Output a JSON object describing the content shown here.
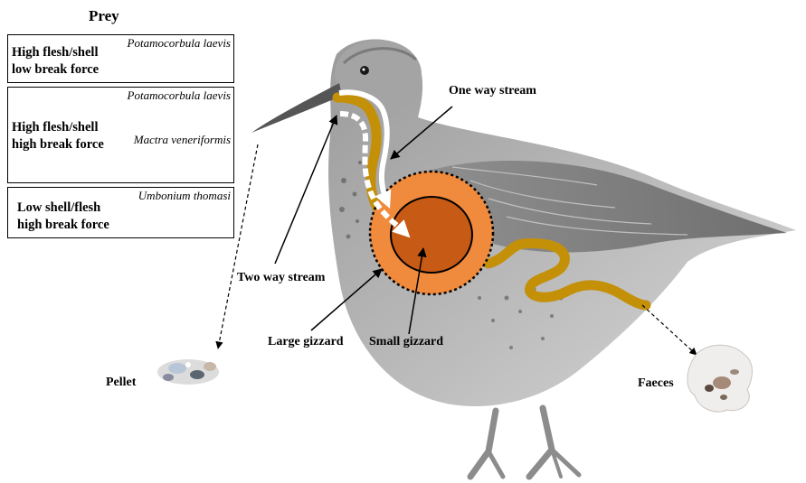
{
  "title": "Prey",
  "prey_boxes": [
    {
      "label_line1": "High flesh/shell",
      "label_line2": "low break force",
      "species": [
        "Potamocorbula laevis"
      ],
      "shell_colors": [
        "#c99a8c"
      ]
    },
    {
      "label_line1": "High flesh/shell",
      "label_line2": "high break force",
      "species": [
        "Potamocorbula laevis",
        "Mactra veneriformis"
      ],
      "shell_colors": [
        "#cfb98a",
        "#e9dcc0"
      ]
    },
    {
      "label_line1": "Low shell/flesh",
      "label_line2": "high break force",
      "species": [
        "Umbonium thomasi"
      ],
      "shell_colors": [
        "#d9a07a"
      ]
    }
  ],
  "labels": {
    "one_way_stream": "One way stream",
    "two_way_stream": "Two way stream",
    "large_gizzard": "Large gizzard",
    "small_gizzard": "Small gizzard",
    "pellet": "Pellet",
    "faeces": "Faeces"
  },
  "colors": {
    "gut": "#c49008",
    "large_gizzard": "#f08a3c",
    "small_gizzard": "#c75a14",
    "bird_body": "#a8a8a8",
    "bird_dark": "#6e6e6e"
  }
}
